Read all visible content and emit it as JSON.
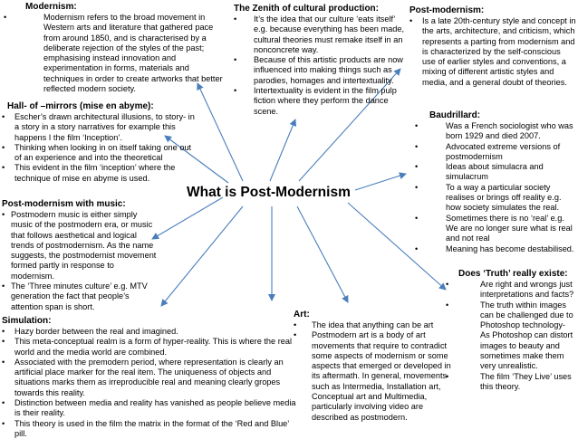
{
  "center_title": "What is Post-Modernism",
  "modernism": {
    "heading": "Modernism:",
    "items": [
      "Modernism refers to the broad movement in Western arts and literature that gathered pace from around 1850, and is characterised by a deliberate rejection of the styles of the past; emphasising instead innovation and experimentation in forms, materials and techniques in order to create artworks that better reflected modern society."
    ]
  },
  "zenith": {
    "heading": "The Zenith of cultural production:",
    "items": [
      "It’s the idea that our culture ‘eats itself’ e.g. because everything has been made, cultural theories must remake itself in an nonconcrete way.",
      "Because of this artistic products are now influenced into making things such as parodies, homages and intertextuality.",
      "Intertextuality is evident in the film pulp fiction where they perform the dance scene."
    ]
  },
  "postmodernism": {
    "heading": "Post-modernism:",
    "items": [
      "Is a late 20th-century style and concept in the arts, architecture, and criticism, which represents a parting from modernism and is characterized by the self-conscious use of earlier styles and conventions, a mixing of different artistic styles and media, and a general doubt of theories."
    ]
  },
  "mirrors": {
    "heading": "Hall- of –mirrors (mise en abyme):",
    "items": [
      "Escher’s drawn architectural illusions, to story- in a story in a story narratives for example this happens I the film ‘Inception’.",
      "Thinking when looking in on itself taking one out of an experience and into the theoretical",
      "This evident in the film ‘inception’ where the technique of mise en abyme is used."
    ]
  },
  "baudrillard": {
    "heading": "Baudrillard:",
    "items": [
      "Was a French sociologist who was born 1929 and died 2007.",
      "Advocated extreme versions of postmodernism",
      "Ideas about simulacra and simulacrum",
      "To a way a particular society realises or brings off reality e.g. how society simulates the real.",
      "Sometimes there is no ‘real’ e.g. We are no longer sure what is real and not real",
      "Meaning has become destabilised."
    ]
  },
  "music": {
    "heading": "Post-modernism with music:",
    "items": [
      "Postmodern music is either simply music of the postmodern era, or music that follows aesthetical and logical trends of postmodernism. As the name suggests, the postmodernist movement formed partly in response to modernism.",
      "The ‘Three minutes culture’ e.g. MTV generation the fact that people’s attention span is short."
    ]
  },
  "truth": {
    "heading": "Does ‘Truth’ really existe:",
    "items": [
      "Are right and wrongs just interpretations and facts?",
      "The truth within images can be challenged due to Photoshop technology- As Photoshop can distort images to beauty and sometimes make them very unrealistic.",
      "The film ‘They Live’ uses this theory."
    ]
  },
  "simulation": {
    "heading": "Simulation:",
    "items": [
      "Hazy border between the real and imagined.",
      "This meta-conceptual realm is a form of hyper-reality. This is where the real world and the media world are combined.",
      "Associated with the premodern period, where representation is clearly an artificial place marker for the real item. The uniqueness of objects and situations marks them as irreproducible real and meaning clearly gropes towards this reality.",
      "Distinction between media and reality has vanished as people believe media is their reality.",
      "This theory is used in the film the matrix in the format of the ‘Red and Blue’ pill."
    ]
  },
  "art": {
    "heading": "Art:",
    "items": [
      "The idea that anything can be art",
      "Postmodern art is a body of art movements that require to contradict some aspects of modernism or some aspects that emerged or developed in its aftermath. In general, movements such as Intermedia, Installation art, Conceptual art and Multimedia, particularly involving video are described as postmodern."
    ]
  },
  "arrow_color": "#4a7ebb"
}
